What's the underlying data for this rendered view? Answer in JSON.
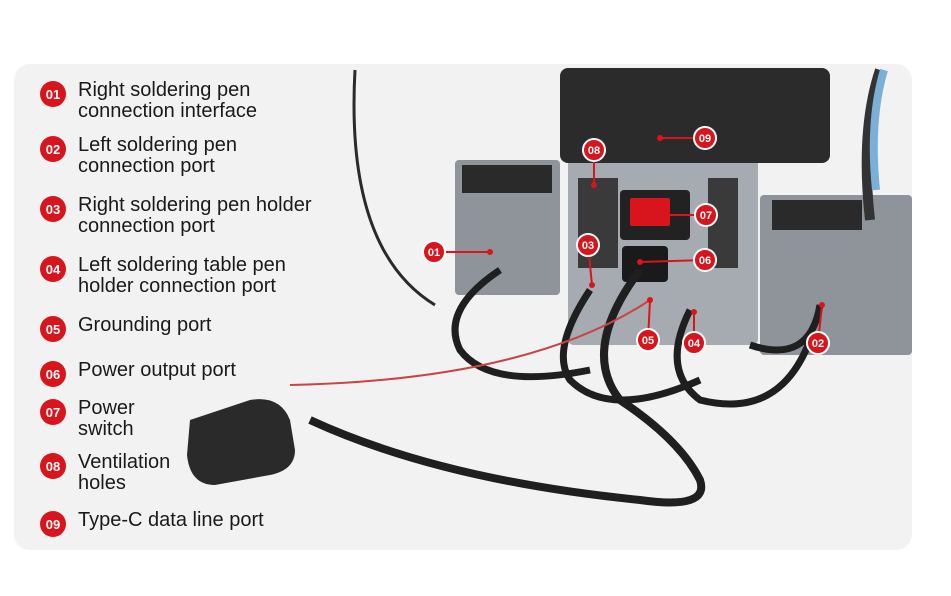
{
  "legend": [
    {
      "num": "01",
      "label": "Right soldering pen\nconnection interface"
    },
    {
      "num": "02",
      "label": "Left soldering pen\nconnection port"
    },
    {
      "num": "03",
      "label": "Right soldering pen holder\nconnection port"
    },
    {
      "num": "04",
      "label": "Left soldering table pen\nholder connection port"
    },
    {
      "num": "05",
      "label": "Grounding port"
    },
    {
      "num": "06",
      "label": "Power output port"
    },
    {
      "num": "07",
      "label": "Power\nswitch"
    },
    {
      "num": "08",
      "label": "Ventilation\nholes"
    },
    {
      "num": "09",
      "label": "Type-C data line port"
    }
  ],
  "callouts": [
    "01",
    "02",
    "03",
    "04",
    "05",
    "06",
    "07",
    "08",
    "09"
  ],
  "colors": {
    "accent": "#d8141c",
    "panel": "#f2f2f2",
    "device": "#9aa0a6",
    "cable": "#1f1f1f"
  }
}
